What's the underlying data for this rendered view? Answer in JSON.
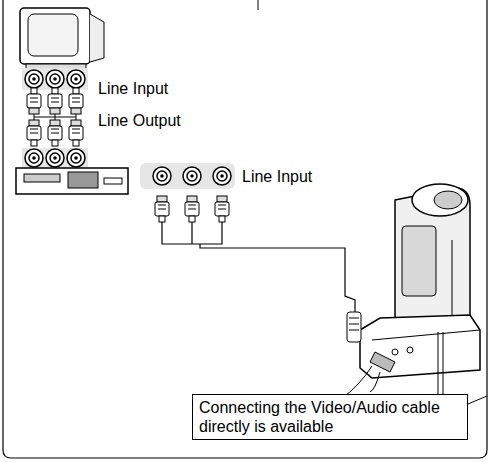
{
  "diagram": {
    "nodes": [
      {
        "text": [
          "Connecting the Video/Audio cable directly is available"
        ]
      }
    ],
    "labels": [
      "Line Input",
      "Line Output",
      "Line Input"
    ]
  }
}
